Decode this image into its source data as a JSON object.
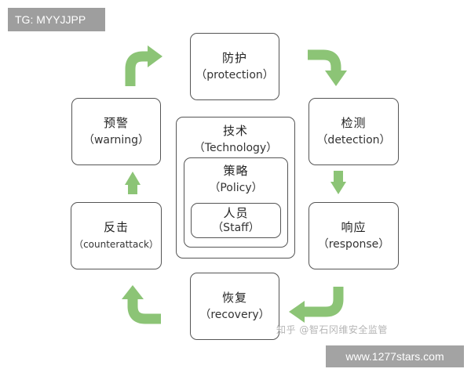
{
  "watermark_top_left": "TG: MYYJJPP",
  "watermark_bottom_right": "www.1277stars.com",
  "watermark_zhihu": "知乎 @智石冈维安全监管",
  "arrow_color": "#8cc476",
  "nodes": {
    "protection": {
      "zh": "防护",
      "en": "（protection）"
    },
    "detection": {
      "zh": "检测",
      "en": "（detection）"
    },
    "response": {
      "zh": "响应",
      "en": "（response）"
    },
    "recovery": {
      "zh": "恢复",
      "en": "（recovery）"
    },
    "counterattack": {
      "zh": "反击",
      "en": "（counterattack）"
    },
    "warning": {
      "zh": "预警",
      "en": "（warning）"
    }
  },
  "center": {
    "technology": {
      "zh": "技术",
      "en": "（Technology）"
    },
    "policy": {
      "zh": "策略",
      "en": "（Policy）"
    },
    "staff": {
      "zh": "人员",
      "en": "（Staff）"
    }
  }
}
